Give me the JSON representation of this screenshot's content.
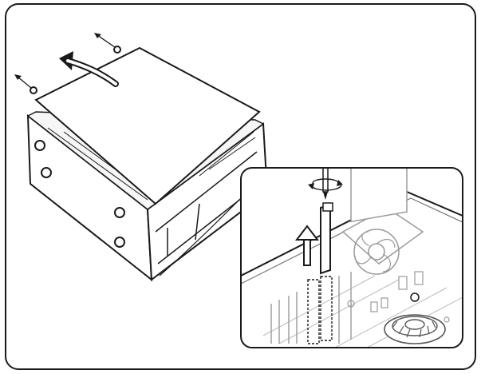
{
  "illustration": {
    "title": "",
    "panels": [
      {
        "id": "main",
        "subject": "case-cover-removal"
      },
      {
        "id": "inset",
        "subject": "expansion-slot-bracket-removal"
      }
    ],
    "colors": {
      "line": "#1a1a1a",
      "background": "#ffffff",
      "light_line": "#9a9a9a",
      "fill_light": "#f2f2f2"
    },
    "icons": [
      "screw-icon",
      "arrow-icon",
      "curved-arrow-icon",
      "screwdriver-icon",
      "rotation-icon",
      "fan-icon",
      "cpu-cooler-icon"
    ]
  }
}
